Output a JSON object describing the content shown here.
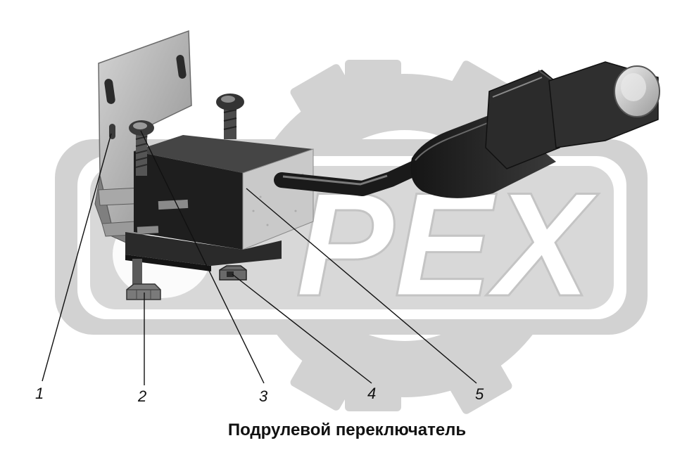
{
  "diagram": {
    "caption": "Подрулевой переключатель",
    "callouts": [
      "1",
      "2",
      "3",
      "4",
      "5"
    ],
    "watermark": {
      "text": "PEX",
      "color": "#d2d2d2"
    },
    "colors": {
      "metal_light": "#bdbdbd",
      "metal_dark": "#2a2a2a",
      "body_dark": "#1e1e1e",
      "leader_line": "#111111"
    }
  }
}
